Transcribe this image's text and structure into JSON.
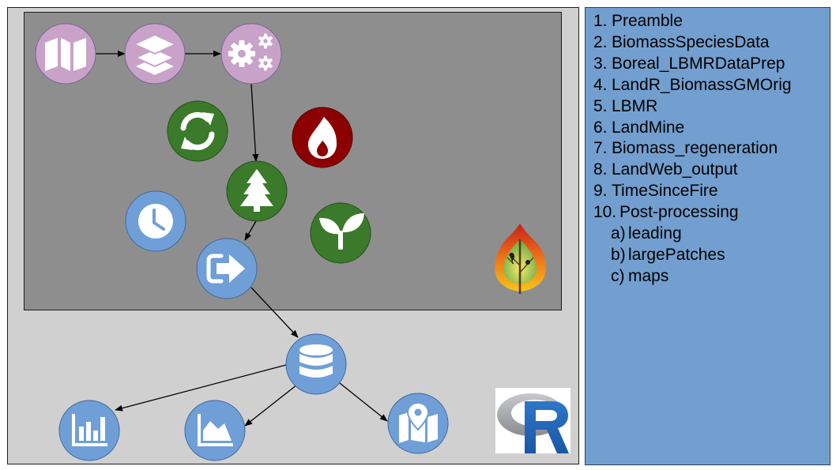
{
  "modules": [
    {
      "num": "1.",
      "label": "Preamble"
    },
    {
      "num": "2.",
      "label": "BiomassSpeciesData"
    },
    {
      "num": "3.",
      "label": "Boreal_LBMRDataPrep"
    },
    {
      "num": "4.",
      "label": "LandR_BiomassGMOrig"
    },
    {
      "num": "5.",
      "label": "LBMR"
    },
    {
      "num": "6.",
      "label": "LandMine"
    },
    {
      "num": "7.",
      "label": "Biomass_regeneration"
    },
    {
      "num": "8.",
      "label": "LandWeb_output"
    },
    {
      "num": "9.",
      "label": "TimeSinceFire"
    },
    {
      "num": "10.",
      "label": "Post-processing"
    }
  ],
  "postprocessing": [
    {
      "num": "a)",
      "label": "leading"
    },
    {
      "num": "b)",
      "label": "largePatches"
    },
    {
      "num": "c)",
      "label": "maps"
    }
  ],
  "nodes": [
    {
      "id": "preamble",
      "icon": "map-icon"
    },
    {
      "id": "species-data",
      "icon": "layers-icon"
    },
    {
      "id": "data-prep",
      "icon": "gears-icon"
    },
    {
      "id": "regeneration",
      "icon": "sync-icon"
    },
    {
      "id": "fire",
      "icon": "fire-icon"
    },
    {
      "id": "biomass-core",
      "icon": "tree-icon"
    },
    {
      "id": "time-since-fire",
      "icon": "clock-icon"
    },
    {
      "id": "growth",
      "icon": "seedling-icon"
    },
    {
      "id": "output",
      "icon": "sign-out-icon"
    },
    {
      "id": "database",
      "icon": "database-icon"
    },
    {
      "id": "leading",
      "icon": "bar-chart-icon"
    },
    {
      "id": "large-patches",
      "icon": "area-chart-icon"
    },
    {
      "id": "maps",
      "icon": "map-marker-icon"
    }
  ],
  "colors": {
    "purple": "#c8a2c8",
    "green": "#3a7a2a",
    "red": "#8b0000",
    "blue": "#6f9fd6",
    "panel_blue": "#729fcf",
    "inner_gray": "#8e8e8e",
    "outer_gray": "#d0d0d0"
  },
  "logos": {
    "landweb": "landweb-fire-leaf-logo",
    "r": "r-language-logo"
  }
}
